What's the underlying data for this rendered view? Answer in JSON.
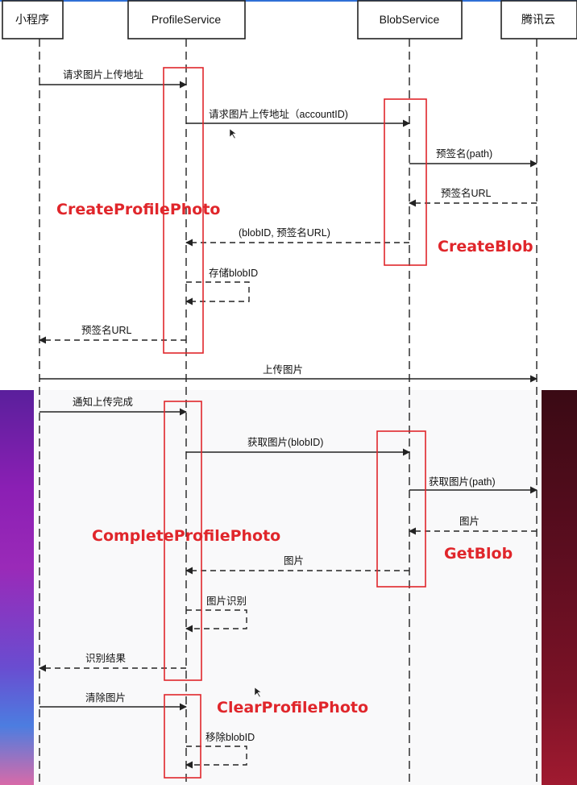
{
  "participants": [
    {
      "id": "p0",
      "label": "小程序"
    },
    {
      "id": "p1",
      "label": "ProfileService"
    },
    {
      "id": "p2",
      "label": "BlobService"
    },
    {
      "id": "p3",
      "label": "腾讯云"
    }
  ],
  "messages": [
    {
      "label": "请求图片上传地址"
    },
    {
      "label": "请求图片上传地址（accountID)"
    },
    {
      "label": "预签名(path)"
    },
    {
      "label": "预签名URL"
    },
    {
      "label": "(blobID, 预签名URL)"
    },
    {
      "label": "存储blobID"
    },
    {
      "label": "预签名URL"
    },
    {
      "label": "上传图片"
    },
    {
      "label": "通知上传完成"
    },
    {
      "label": "获取图片(blobID)"
    },
    {
      "label": "获取图片(path)"
    },
    {
      "label": "图片"
    },
    {
      "label": "图片"
    },
    {
      "label": "图片识别"
    },
    {
      "label": "识别结果"
    },
    {
      "label": "清除图片"
    },
    {
      "label": "移除blobID"
    }
  ],
  "annotations": {
    "create_profile_photo": "CreateProfilePhoto",
    "create_blob": "CreateBlob",
    "complete_profile_photo": "CompleteProfilePhoto",
    "get_blob": "GetBlob",
    "clear_profile_photo": "ClearProfilePhoto"
  },
  "colors": {
    "annotation": "#e0262b",
    "line": "#222222",
    "top_bar": "#2f6fd6"
  }
}
